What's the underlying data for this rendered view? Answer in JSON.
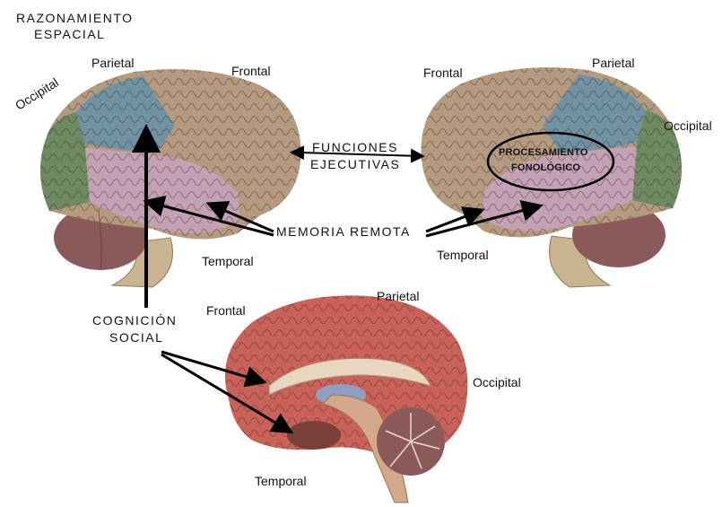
{
  "labels": {
    "razonamiento_line1": "RAZONAMIENTO",
    "razonamiento_line2": "ESPACIAL",
    "occipital_left": "Occipital",
    "parietal_left": "Parietal",
    "frontal_left": "Frontal",
    "funciones_line1": "FUNCIONES",
    "funciones_line2": "EJECUTIVAS",
    "frontal_right": "Frontal",
    "parietal_right": "Parietal",
    "occipital_right": "Occipital",
    "procesamiento_line1": "PROCESAMIENTO",
    "procesamiento_line2": "FONOLÓGICO",
    "memoria_remota": "MEMORIA  REMOTA",
    "temporal_left": "Temporal",
    "temporal_right": "Temporal",
    "cognicion_line1": "COGNICIÓN",
    "cognicion_line2": "SOCIAL",
    "frontal_bottom": "Frontal",
    "parietal_bottom": "Parietal",
    "occipital_bottom": "Occipital",
    "temporal_bottom": "Temporal"
  },
  "colors": {
    "frontal": "#b49a7e",
    "parietal": "#6f93a3",
    "occipital": "#6e8a62",
    "temporal": "#c4a2b6",
    "cerebellum": "#8a5a5a",
    "brainstem": "#c9b48f",
    "midsagittal_cortex": "#c9635a",
    "arrows": "#000000"
  },
  "icons": [
    "left-brain-lateral-view",
    "right-brain-lateral-view",
    "midsagittal-brain-view"
  ]
}
